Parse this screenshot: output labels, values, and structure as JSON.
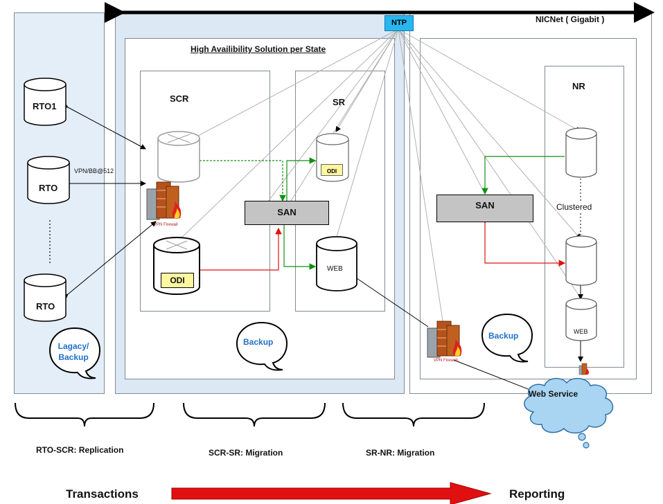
{
  "network": {
    "label": "NICNet ( Gigabit )",
    "ntp": "NTP"
  },
  "regions": {
    "ha_title": "High Availibility Solution per State",
    "scr": "SCR",
    "sr": "SR",
    "nr": "NR"
  },
  "nodes": {
    "rto1": "RTO1",
    "rto2": "RTO",
    "rto3": "RTO",
    "vpn_label": "VPN/BB@512",
    "odi_scr": "ODI",
    "odi_sr": "ODI",
    "web_sr": "WEB",
    "web_nr": "WEB",
    "san_sr": "SAN",
    "san_nr": "SAN",
    "clustered": "Clustered",
    "vpn_firewall": "VPN Firewall"
  },
  "clouds": {
    "legacy_backup": "Lagacy/ Backup",
    "backup_scr": "Backup",
    "backup_nr": "Backup",
    "web_service": "Web Service"
  },
  "phases": {
    "rto_scr": "RTO-SCR: Replication",
    "scr_sr": "SCR-SR: Migration",
    "sr_nr": "SR-NR: Migration"
  },
  "flow": {
    "left": "Transactions",
    "right": "Reporting"
  }
}
